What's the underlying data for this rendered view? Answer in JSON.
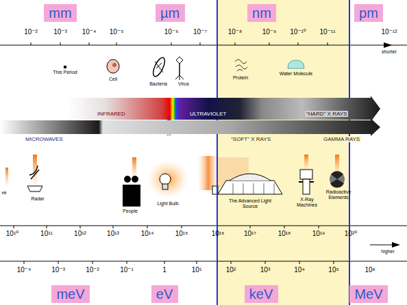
{
  "diagram": {
    "nodes": [
      {
        "text": [
          "mm"
        ]
      },
      {
        "text": [
          "µm"
        ]
      },
      {
        "text": [
          "nm"
        ]
      },
      {
        "text": [
          "pm"
        ]
      },
      {
        "text": [
          "INFRARED",
          "VISIBLE",
          "ULTRAVIOLET",
          "\"HARD\" X RAYS"
        ]
      },
      {
        "text": [
          "MICROWAVES",
          "\"SOFT\" X RAYS",
          "GAMMA RAYS"
        ]
      },
      {
        "text": [
          "meV"
        ]
      },
      {
        "text": [
          "eV"
        ]
      },
      {
        "text": [
          "keV"
        ]
      },
      {
        "text": [
          "MeV"
        ]
      }
    ],
    "labels": [
      "10⁻²",
      "10⁻³",
      "10⁻⁴",
      "10⁻⁵",
      "10⁻⁶",
      "10⁻⁷",
      "10⁻⁸",
      "10⁻⁹",
      "10⁻¹⁰",
      "10⁻¹¹",
      "10⁻¹²",
      "shorter",
      "This Period",
      "Cell",
      "Bacteria",
      "Virus",
      "Protein",
      "Water Molecule",
      "ve",
      "Radar",
      "People",
      "Light Bulb",
      "The Advanced Light Source",
      "X-Ray Machines",
      "Radioactive Elements",
      "10¹⁰",
      "10¹¹",
      "10¹²",
      "10¹³",
      "10¹⁴",
      "10¹⁵",
      "10¹⁶",
      "10¹⁷",
      "10¹⁸",
      "10¹⁹",
      "10²⁰",
      "higher",
      "10⁻⁴",
      "10⁻³",
      "10⁻²",
      "10⁻¹",
      "1",
      "10¹",
      "10²",
      "10³",
      "10⁴",
      "10⁵",
      "10⁶"
    ]
  }
}
